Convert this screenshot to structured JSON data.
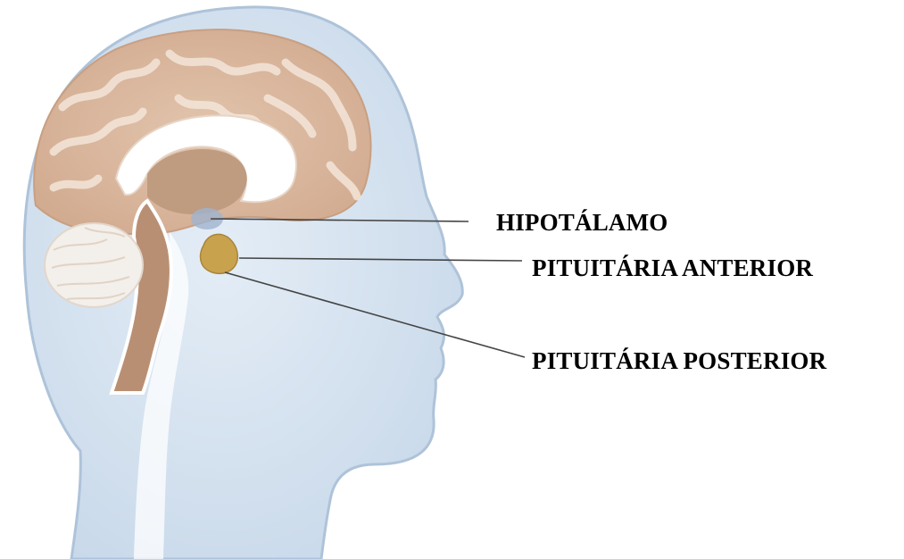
{
  "labels": {
    "hypothalamus": "HIPOTÁLAMO",
    "anterior_pituitary": "PITUITÁRIA ANTERIOR",
    "posterior_pituitary": "PITUITÁRIA POSTERIOR"
  },
  "colors": {
    "skin": "#d6e3f0",
    "skin_outline": "#aec3d9",
    "brain": "#d9b49a",
    "brain_gyri": "#f1e2d4",
    "inner_brain": "#b9977c",
    "cerebellum": "#f4f1ee",
    "gland": "#c9a24e",
    "leader_line": "#444444"
  }
}
